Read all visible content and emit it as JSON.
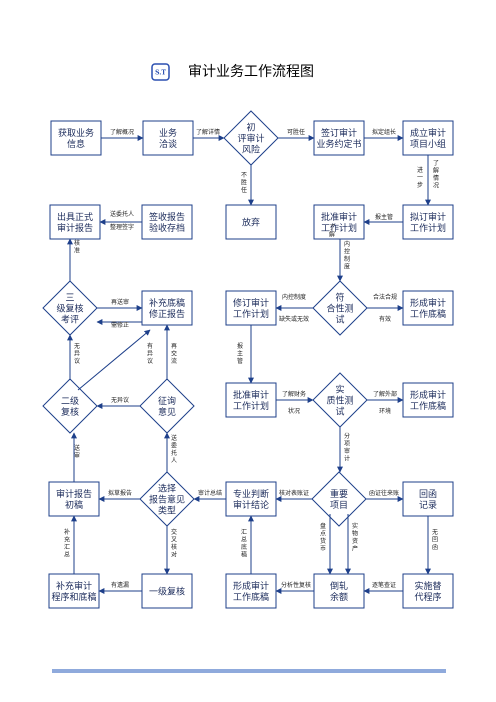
{
  "title": "审计业务工作流程图",
  "logo": "S.T",
  "colors": {
    "stroke": "#1d3f8a",
    "text": "#1a2a5a",
    "bar": "#8faadc"
  },
  "nodes": {
    "huoqu": [
      "获取业务",
      "信息"
    ],
    "yewu": [
      "业务",
      "洽谈"
    ],
    "chuping": [
      "初",
      "评审计",
      "风险"
    ],
    "qianding": [
      "签订审计",
      "业务约定书"
    ],
    "chengli": [
      "成立审计",
      "项目小组"
    ],
    "chuju": [
      "出具正式",
      "审计报告"
    ],
    "qianshou": [
      "签收报告",
      "验收存档"
    ],
    "fangqi": [
      "放弃"
    ],
    "pizhun": [
      "批准审计",
      "工作计划"
    ],
    "niding": [
      "拟订审计",
      "工作计划"
    ],
    "sanji": [
      "三",
      "级复核",
      "考评"
    ],
    "buchong": [
      "补充底稿",
      "修正报告"
    ],
    "xiuding": [
      "修订审计",
      "工作计划"
    ],
    "fuhe": [
      "符",
      "合性测",
      "试"
    ],
    "xingcheng1": [
      "形成审计",
      "工作底稿"
    ],
    "erji": [
      "二级",
      "复核"
    ],
    "zhengxun": [
      "征询",
      "意见"
    ],
    "pizhun2": [
      "批准审计",
      "工作计划"
    ],
    "shizhi": [
      "实",
      "质性测",
      "试"
    ],
    "xingcheng2": [
      "形成审计",
      "工作底稿"
    ],
    "chugao": [
      "审计报告",
      "初稿"
    ],
    "xuanze": [
      "选择",
      "报告意见",
      "类型"
    ],
    "zhuanye": [
      "专业判断",
      "审计结论"
    ],
    "zhongyao": [
      "重要",
      "项目"
    ],
    "huihan": [
      "回函",
      "记录"
    ],
    "buchong2": [
      "补充审计",
      "程序和底稿"
    ],
    "yiji": [
      "一级复核"
    ],
    "xingcheng3": [
      "形成审计",
      "工作底稿"
    ],
    "daozha": [
      "倒轧",
      "余额"
    ],
    "shishi": [
      "实施替",
      "代程序"
    ]
  },
  "edges": {
    "liaojie": "了解概况",
    "liaojie_xq": "了解详情",
    "kesheng": "可胜任",
    "niding_zu": "拟定组长",
    "bushengren": [
      "不",
      "胜",
      "任"
    ],
    "liaojie_qk": [
      "了",
      "解",
      "情",
      "况"
    ],
    "jinyibu": [
      "进",
      "一",
      "步"
    ],
    "songweituo": "送委托人",
    "zhengli": "整理签字",
    "baozhuguan": "报主管",
    "hezhun": [
      "核",
      "准"
    ],
    "zaisong": "再送审",
    "zaixiuzheng": "需修正",
    "liaojie2": [
      "了",
      "解"
    ],
    "neikong": [
      "内",
      "控",
      "制",
      "度"
    ],
    "neikong_zhidu": "内控制度",
    "quefa": "缺失或无效",
    "hefa": "合法合规",
    "youxiao": "有效",
    "wuyiyi": [
      "无",
      "异",
      "议"
    ],
    "youyiyi": "有异议",
    "youyiyi2": [
      "有",
      "异",
      "议"
    ],
    "zaijiaoliu": [
      "再",
      "交",
      "流"
    ],
    "baozhuguan2": [
      "报",
      "主",
      "管"
    ],
    "liaojie_cw": "了解财务",
    "zhuangkuang": "状况",
    "liaojie_wb": "了解外部",
    "huanjing": "环境",
    "fenxiang": [
      "分",
      "项",
      "审",
      "计"
    ],
    "wuyiyi2": "无异议",
    "songshen": [
      "送",
      "审"
    ],
    "songweituoren": [
      "送",
      "委",
      "托",
      "人"
    ],
    "nibao": "拟草报告",
    "shenji_zongjie": "审计总结",
    "hedui": "核对表账证",
    "hanzheng": "函证往来账",
    "pandian": [
      "盘",
      "点",
      "货",
      "币"
    ],
    "shiwu": [
      "实",
      "物",
      "资",
      "产"
    ],
    "wuhuihan": [
      "无",
      "回",
      "函"
    ],
    "buchong_huizong": [
      "补",
      "充",
      "汇",
      "总"
    ],
    "jiaoyi": [
      "交",
      "叉",
      "核",
      "对"
    ],
    "huizong": [
      "汇",
      "总",
      "底",
      "稿"
    ],
    "youyilou": "有遗漏",
    "fenxi": "分析性复核",
    "zhubi": "逐笔查证"
  }
}
